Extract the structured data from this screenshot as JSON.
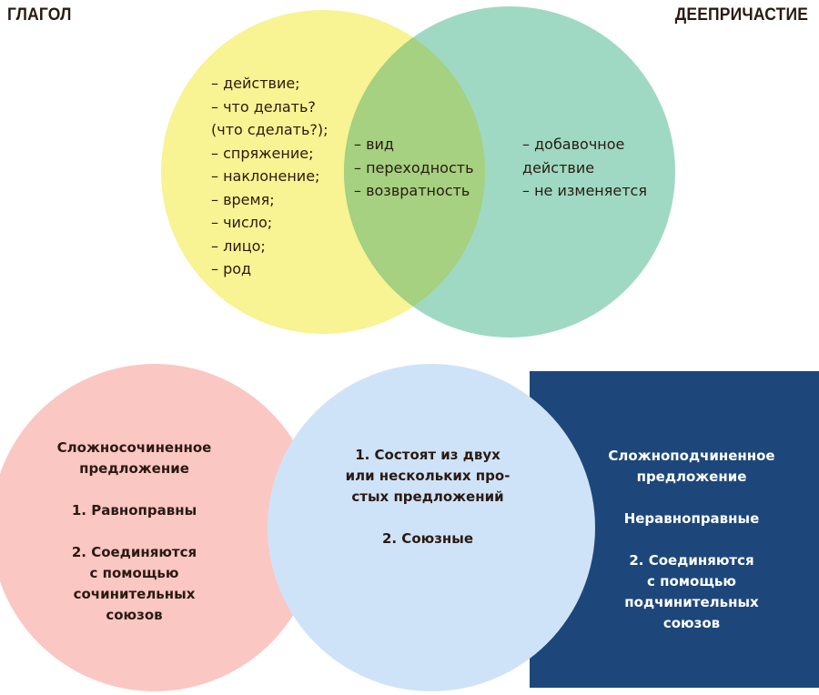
{
  "colors": {
    "verb_circle": "#f8f393",
    "gerund_circle": "#9fd9c3",
    "overlap": "#a5d180",
    "compound_circle": "#fbc7c3",
    "shared_circle": "#cfe3f8",
    "complex_box": "#1d477b",
    "text_dark": "#2a1a12",
    "text_light": "#ffffff"
  },
  "venn": {
    "left_title": "ГЛАГОЛ",
    "right_title": "ДЕЕПРИЧАСТИЕ",
    "verb_only": [
      "– действие;",
      "– что делать?",
      "(что сделать?);",
      "– спряжение;",
      "– наклонение;",
      "– время;",
      "– число;",
      "– лицо;",
      "– род"
    ],
    "shared": [
      "– вид",
      "– переходность",
      "– возвратность"
    ],
    "gerund_only": [
      "– добавочное",
      "действие",
      "– не изменяется"
    ]
  },
  "sentences": {
    "compound": {
      "lines": [
        "Сложносочиненное",
        "предложение",
        "",
        "1. Равноправны",
        "",
        "2. Соединяются",
        "с помощью",
        "сочинительных",
        "союзов"
      ]
    },
    "shared": {
      "lines": [
        "1. Состоят из двух",
        "или нескольких про-",
        "стых предложений",
        "",
        "2. Союзные"
      ]
    },
    "complex": {
      "lines": [
        "Сложноподчиненное",
        "предложение",
        "",
        "Неравноправные",
        "",
        "2. Соединяются",
        "с помощью",
        "подчинительных",
        "союзов"
      ]
    }
  }
}
